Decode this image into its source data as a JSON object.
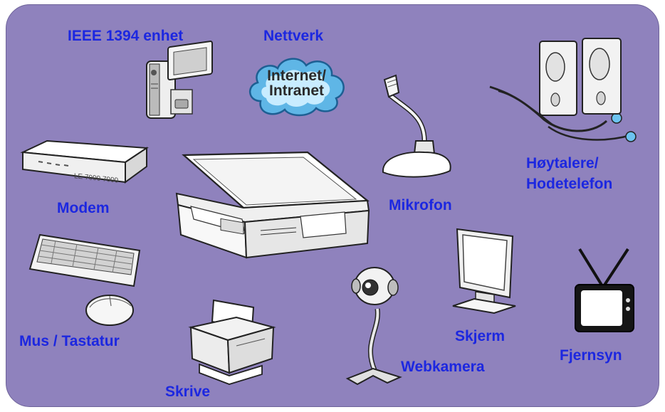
{
  "labels": {
    "ieee1394": "IEEE 1394 enhet",
    "network": "Nettverk",
    "modem": "Modem",
    "mouse_keyboard": "Mus / Tastatur",
    "printer": "Skrive",
    "microphone": "Mikrofon",
    "speakers_line1": "Høytalere/",
    "speakers_line2": "Hodetelefon",
    "webcam": "Webkamera",
    "monitor": "Skjerm",
    "tv": "Fjernsyn"
  },
  "cloud": {
    "line1": "Internet/",
    "line2": "Intranet"
  },
  "modem_print": "LE 7000 7000",
  "colors": {
    "background": "#8f82bd",
    "label": "#1c27e0",
    "device_fill": "#f2f2f2",
    "device_stroke": "#222222",
    "cloud": "#5fb6e6"
  },
  "icons": [
    "laptop-icon",
    "camcorder-icon",
    "cloud-icon",
    "modem-icon",
    "keyboard-icon",
    "mouse-icon",
    "printer-icon",
    "microphone-icon",
    "speakers-icon",
    "webcam-icon",
    "monitor-icon",
    "tv-icon"
  ]
}
